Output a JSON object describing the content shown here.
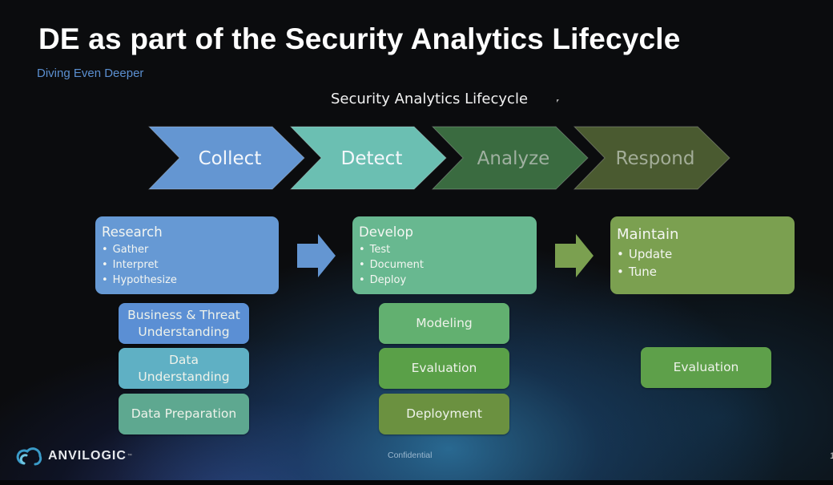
{
  "slide": {
    "title": "DE as part of the Security Analytics Lifecycle",
    "subtitle": "Diving Even Deeper",
    "diagram_title": "Security Analytics Lifecycle",
    "footer": {
      "brand": "ANVILOGIC",
      "trademark": "™",
      "confidential": "Confidential",
      "slide_number": "1"
    }
  },
  "lifecycle_stages": [
    {
      "label": "Collect",
      "fill": "#6496d2",
      "text_color": "#f4f7fb"
    },
    {
      "label": "Detect",
      "fill": "#6bbfb2",
      "text_color": "#f4f7fb"
    },
    {
      "label": "Analyze",
      "fill": "#3a6b40",
      "text_color": "#9fb0a0"
    },
    {
      "label": "Respond",
      "fill": "#4a5a30",
      "text_color": "#a3ad98"
    }
  ],
  "phases": [
    {
      "heading": "Research",
      "items": [
        "Gather",
        "Interpret",
        "Hypothesize"
      ],
      "fill": "#6699d4",
      "sub_steps": [
        {
          "label": "Business & Threat Understanding",
          "fill": "#5b8fd4"
        },
        {
          "label": "Data Understanding",
          "fill": "#5fb0c4"
        },
        {
          "label": "Data Preparation",
          "fill": "#5ea890"
        }
      ]
    },
    {
      "heading": "Develop",
      "items": [
        "Test",
        "Document",
        "Deploy"
      ],
      "fill": "#68b890",
      "sub_steps": [
        {
          "label": "Modeling",
          "fill": "#62b070"
        },
        {
          "label": "Evaluation",
          "fill": "#5aa048"
        },
        {
          "label": "Deployment",
          "fill": "#6b9140"
        }
      ]
    },
    {
      "heading": "Maintain",
      "items": [
        "Update",
        "Tune"
      ],
      "fill": "#7ba050",
      "sub_steps": [
        {
          "label": "Evaluation",
          "fill": "#5ea04a"
        }
      ]
    }
  ],
  "connector_arrows": [
    {
      "name": "research-to-develop",
      "fill": "#6496d2"
    },
    {
      "name": "develop-to-maintain",
      "fill": "#7ba050"
    }
  ]
}
